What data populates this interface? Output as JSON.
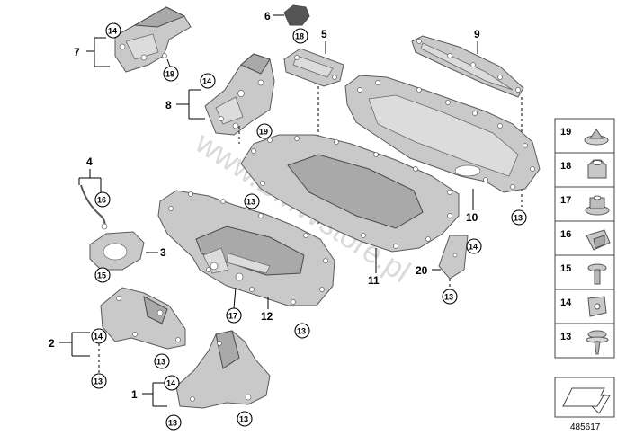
{
  "callouts": {
    "c1": "1",
    "c2": "2",
    "c3": "3",
    "c4": "4",
    "c5": "5",
    "c6": "6",
    "c7": "7",
    "c8": "8",
    "c9": "9",
    "c10": "10",
    "c11": "11",
    "c12": "12",
    "c20": "20"
  },
  "badges": {
    "n13": "13",
    "n14": "14",
    "n15": "15",
    "n16": "16",
    "n17": "17",
    "n18": "18",
    "n19": "19"
  },
  "legend": {
    "items": [
      "19",
      "18",
      "17",
      "16",
      "15",
      "14",
      "13"
    ]
  },
  "watermark": "www.BMWstore.pl",
  "reference_number": "485617"
}
